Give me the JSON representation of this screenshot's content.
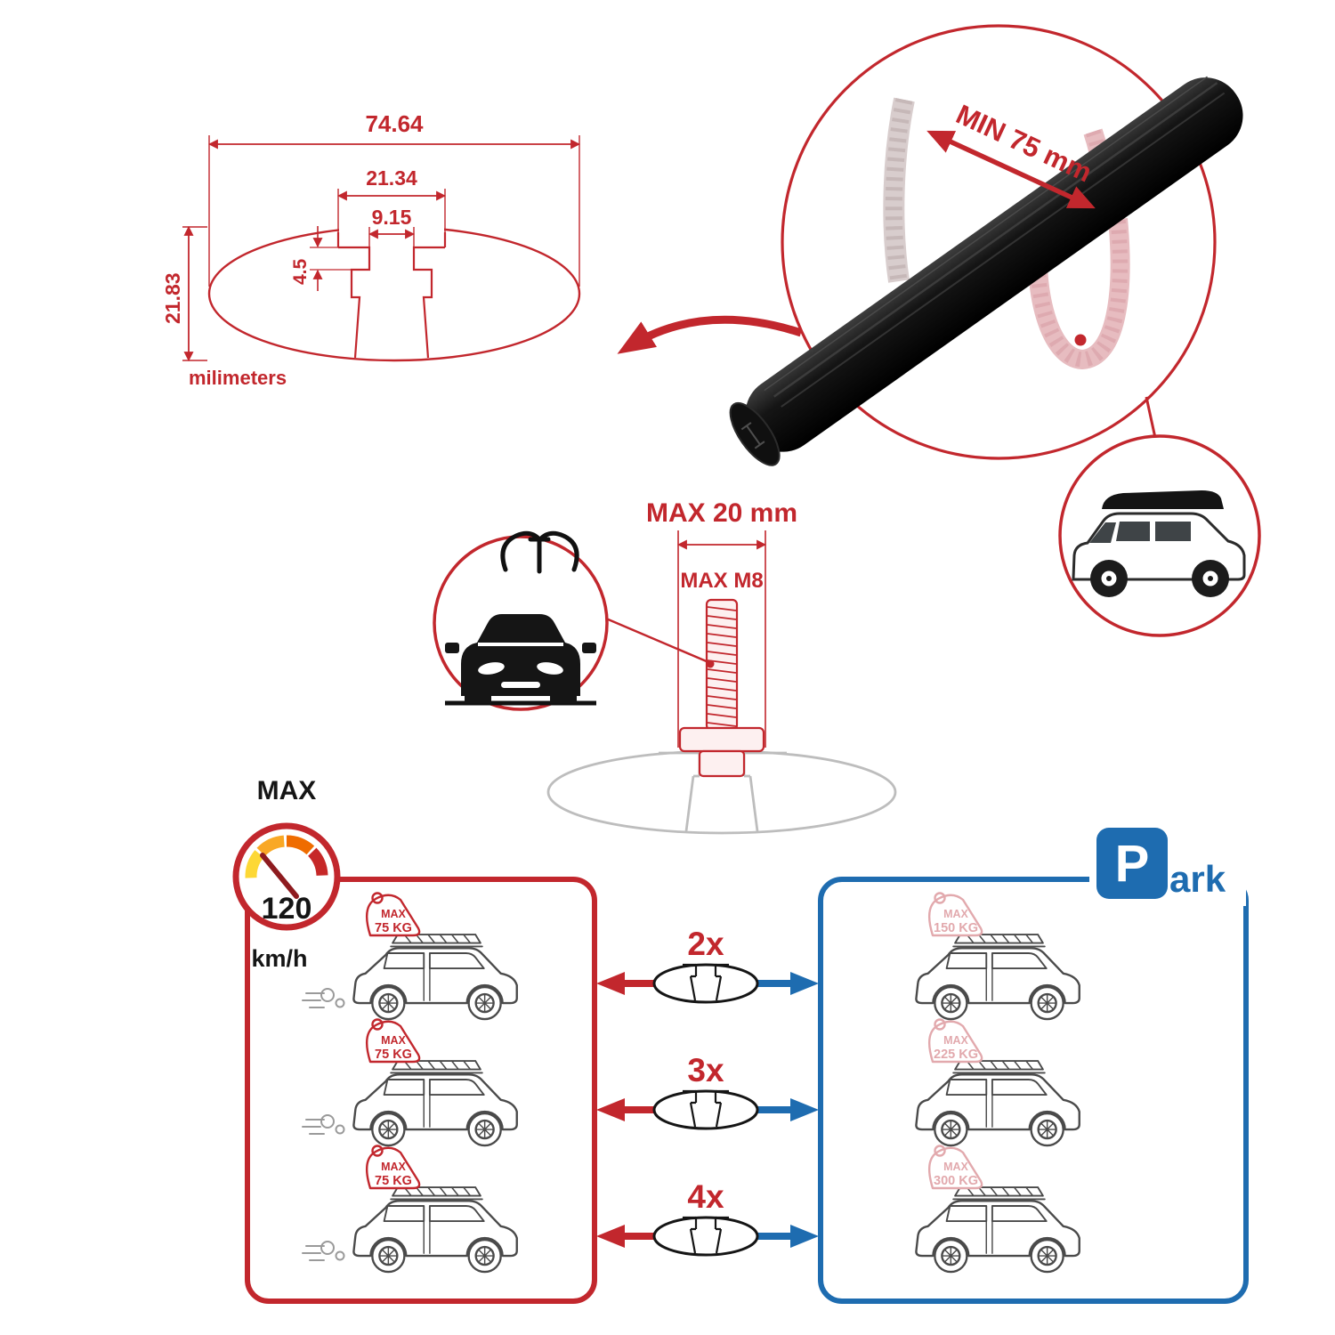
{
  "colors": {
    "accent_red": "#C2272D",
    "accent_blue": "#1E6CB0",
    "faded_pink": "#E2A9AD",
    "bar_black": "#111111",
    "car_outline_gray": "#4A4A4A",
    "profile_gray": "#BDBDBD",
    "gauge_yellow": "#FDD835",
    "gauge_amber": "#F9A825",
    "gauge_orange": "#EF6C00",
    "gauge_red": "#C62828"
  },
  "profile_dimensions": {
    "overall_width": "74.64",
    "channel_width": "21.34",
    "slot_width": "9.15",
    "step_depth": "4.5",
    "overall_height": "21.83",
    "unit_label": "milimeters"
  },
  "crossbar_inset": {
    "min_length_label": "MIN 75 mm"
  },
  "bolt_inset": {
    "max_width_label": "MAX 20 mm",
    "max_thread_label": "MAX M8"
  },
  "speed_limit": {
    "heading": "MAX",
    "value": "120",
    "unit": "km/h"
  },
  "comparison": {
    "rows": [
      {
        "multiplier": "2x",
        "driving": {
          "max": "MAX",
          "load": "75 KG"
        },
        "parked": {
          "max": "MAX",
          "load": "150 KG"
        }
      },
      {
        "multiplier": "3x",
        "driving": {
          "max": "MAX",
          "load": "75 KG"
        },
        "parked": {
          "max": "MAX",
          "load": "225 KG"
        }
      },
      {
        "multiplier": "4x",
        "driving": {
          "max": "MAX",
          "load": "75 KG"
        },
        "parked": {
          "max": "MAX",
          "load": "300 KG"
        }
      }
    ]
  },
  "park_sign": {
    "p": "P",
    "suffix": "ark"
  }
}
